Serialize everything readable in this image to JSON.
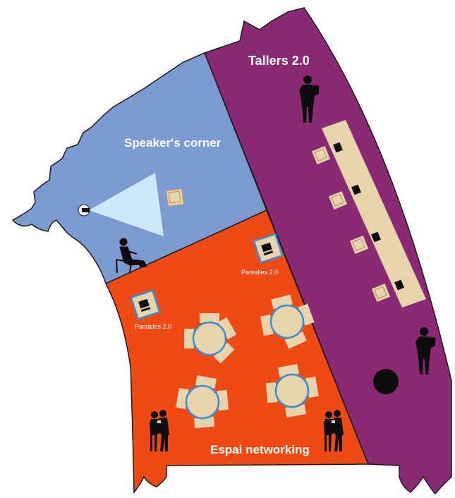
{
  "zones": {
    "tallers": {
      "label": "Tallers 2.0",
      "color": "#8a2a73"
    },
    "speakers": {
      "label": "Speaker's corner",
      "color": "#7b9ad0"
    },
    "networking": {
      "label": "Espai networking",
      "color": "#ef4a14"
    }
  },
  "screens": {
    "label_1": "Pantalles 2.0",
    "label_2": "Pantalles 2.0"
  },
  "colors": {
    "table_tan": "#e6d4ad",
    "table_border": "#3a8fd0",
    "projection_beam": "#cde9f7",
    "figure": "#0d0d0d",
    "outline": "#1a1a1a"
  },
  "icons": [
    "projector-icon",
    "seated-person-icon",
    "standing-person-icon",
    "couple-icon",
    "chair-icon",
    "round-table-icon",
    "screen-icon"
  ]
}
